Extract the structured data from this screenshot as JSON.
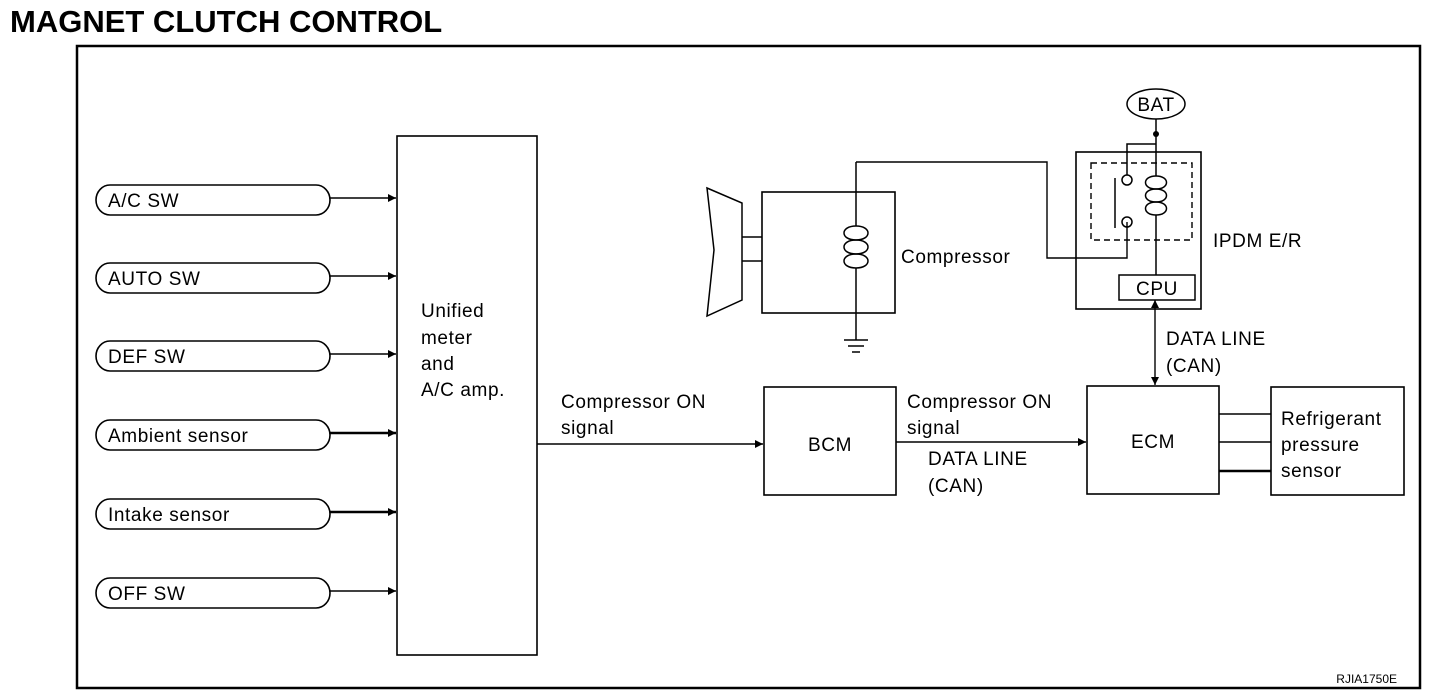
{
  "title": "MAGNET CLUTCH CONTROL",
  "inputs": [
    "A/C SW",
    "AUTO SW",
    "DEF SW",
    "Ambient sensor",
    "Intake sensor",
    "OFF SW"
  ],
  "amp": [
    "Unified",
    "meter",
    "and",
    "A/C amp."
  ],
  "signal1": [
    "Compressor ON",
    "signal"
  ],
  "bcm": "BCM",
  "signal2": [
    "Compressor ON",
    "signal"
  ],
  "dataline1": [
    "DATA LINE",
    "(CAN)"
  ],
  "ecm": "ECM",
  "sensor": [
    "Refrigerant",
    "pressure",
    "sensor"
  ],
  "dataline2": [
    "DATA LINE",
    "(CAN)"
  ],
  "compressor": "Compressor",
  "ipdm": "IPDM E/R",
  "cpu": "CPU",
  "bat": "BAT",
  "figure_id": "RJIA1750E"
}
